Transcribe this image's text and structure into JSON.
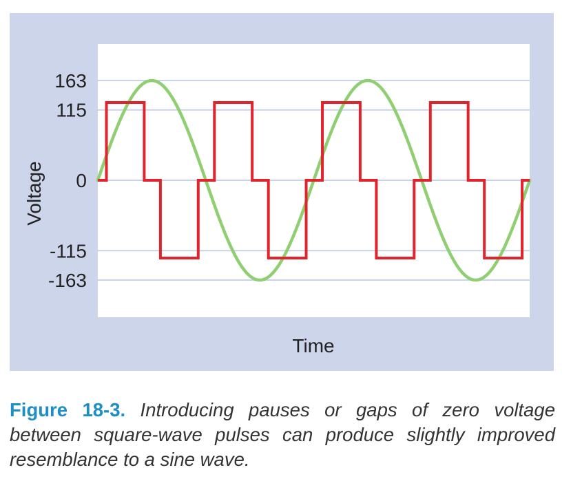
{
  "figure": {
    "background_color": "#cdd5ea",
    "plot_background_color": "#ffffff",
    "gridline_color": "#c7d3ec"
  },
  "chart_data": {
    "type": "line",
    "xlabel": "Time",
    "ylabel": "Voltage",
    "yticks": [
      163,
      115,
      0,
      -115,
      -163
    ],
    "ytick_labels": [
      "163",
      "115",
      "0",
      "-115",
      "-163"
    ],
    "ylim": [
      -215,
      215
    ],
    "xlim": [
      0,
      2
    ],
    "grid": "horizontal lines at each y tick",
    "legend": "none",
    "x_axis_labels": "none",
    "series": [
      {
        "kind": "sine",
        "color": "#8fcf72",
        "amplitude": 163,
        "cycles": 2,
        "period": 1
      },
      {
        "kind": "stepped square wave with zero gaps",
        "color": "#e3232b",
        "steps": [
          {
            "x0": 0.0,
            "x1": 0.04,
            "y": 0
          },
          {
            "x0": 0.04,
            "x1": 0.215,
            "y": 127
          },
          {
            "x0": 0.215,
            "x1": 0.29,
            "y": 0
          },
          {
            "x0": 0.29,
            "x1": 0.465,
            "y": -127
          },
          {
            "x0": 0.465,
            "x1": 0.54,
            "y": 0
          },
          {
            "x0": 0.54,
            "x1": 0.715,
            "y": 127
          },
          {
            "x0": 0.715,
            "x1": 0.79,
            "y": 0
          },
          {
            "x0": 0.79,
            "x1": 0.965,
            "y": -127
          },
          {
            "x0": 0.965,
            "x1": 1.0,
            "y": 0
          }
        ]
      }
    ]
  },
  "caption": {
    "label": "Figure 18-3.",
    "text": " Introducing pauses or gaps of zero voltage between square-wave pulses can produce slightly im­proved resemblance to a sine wave.",
    "label_color": "#1d8fc4"
  }
}
